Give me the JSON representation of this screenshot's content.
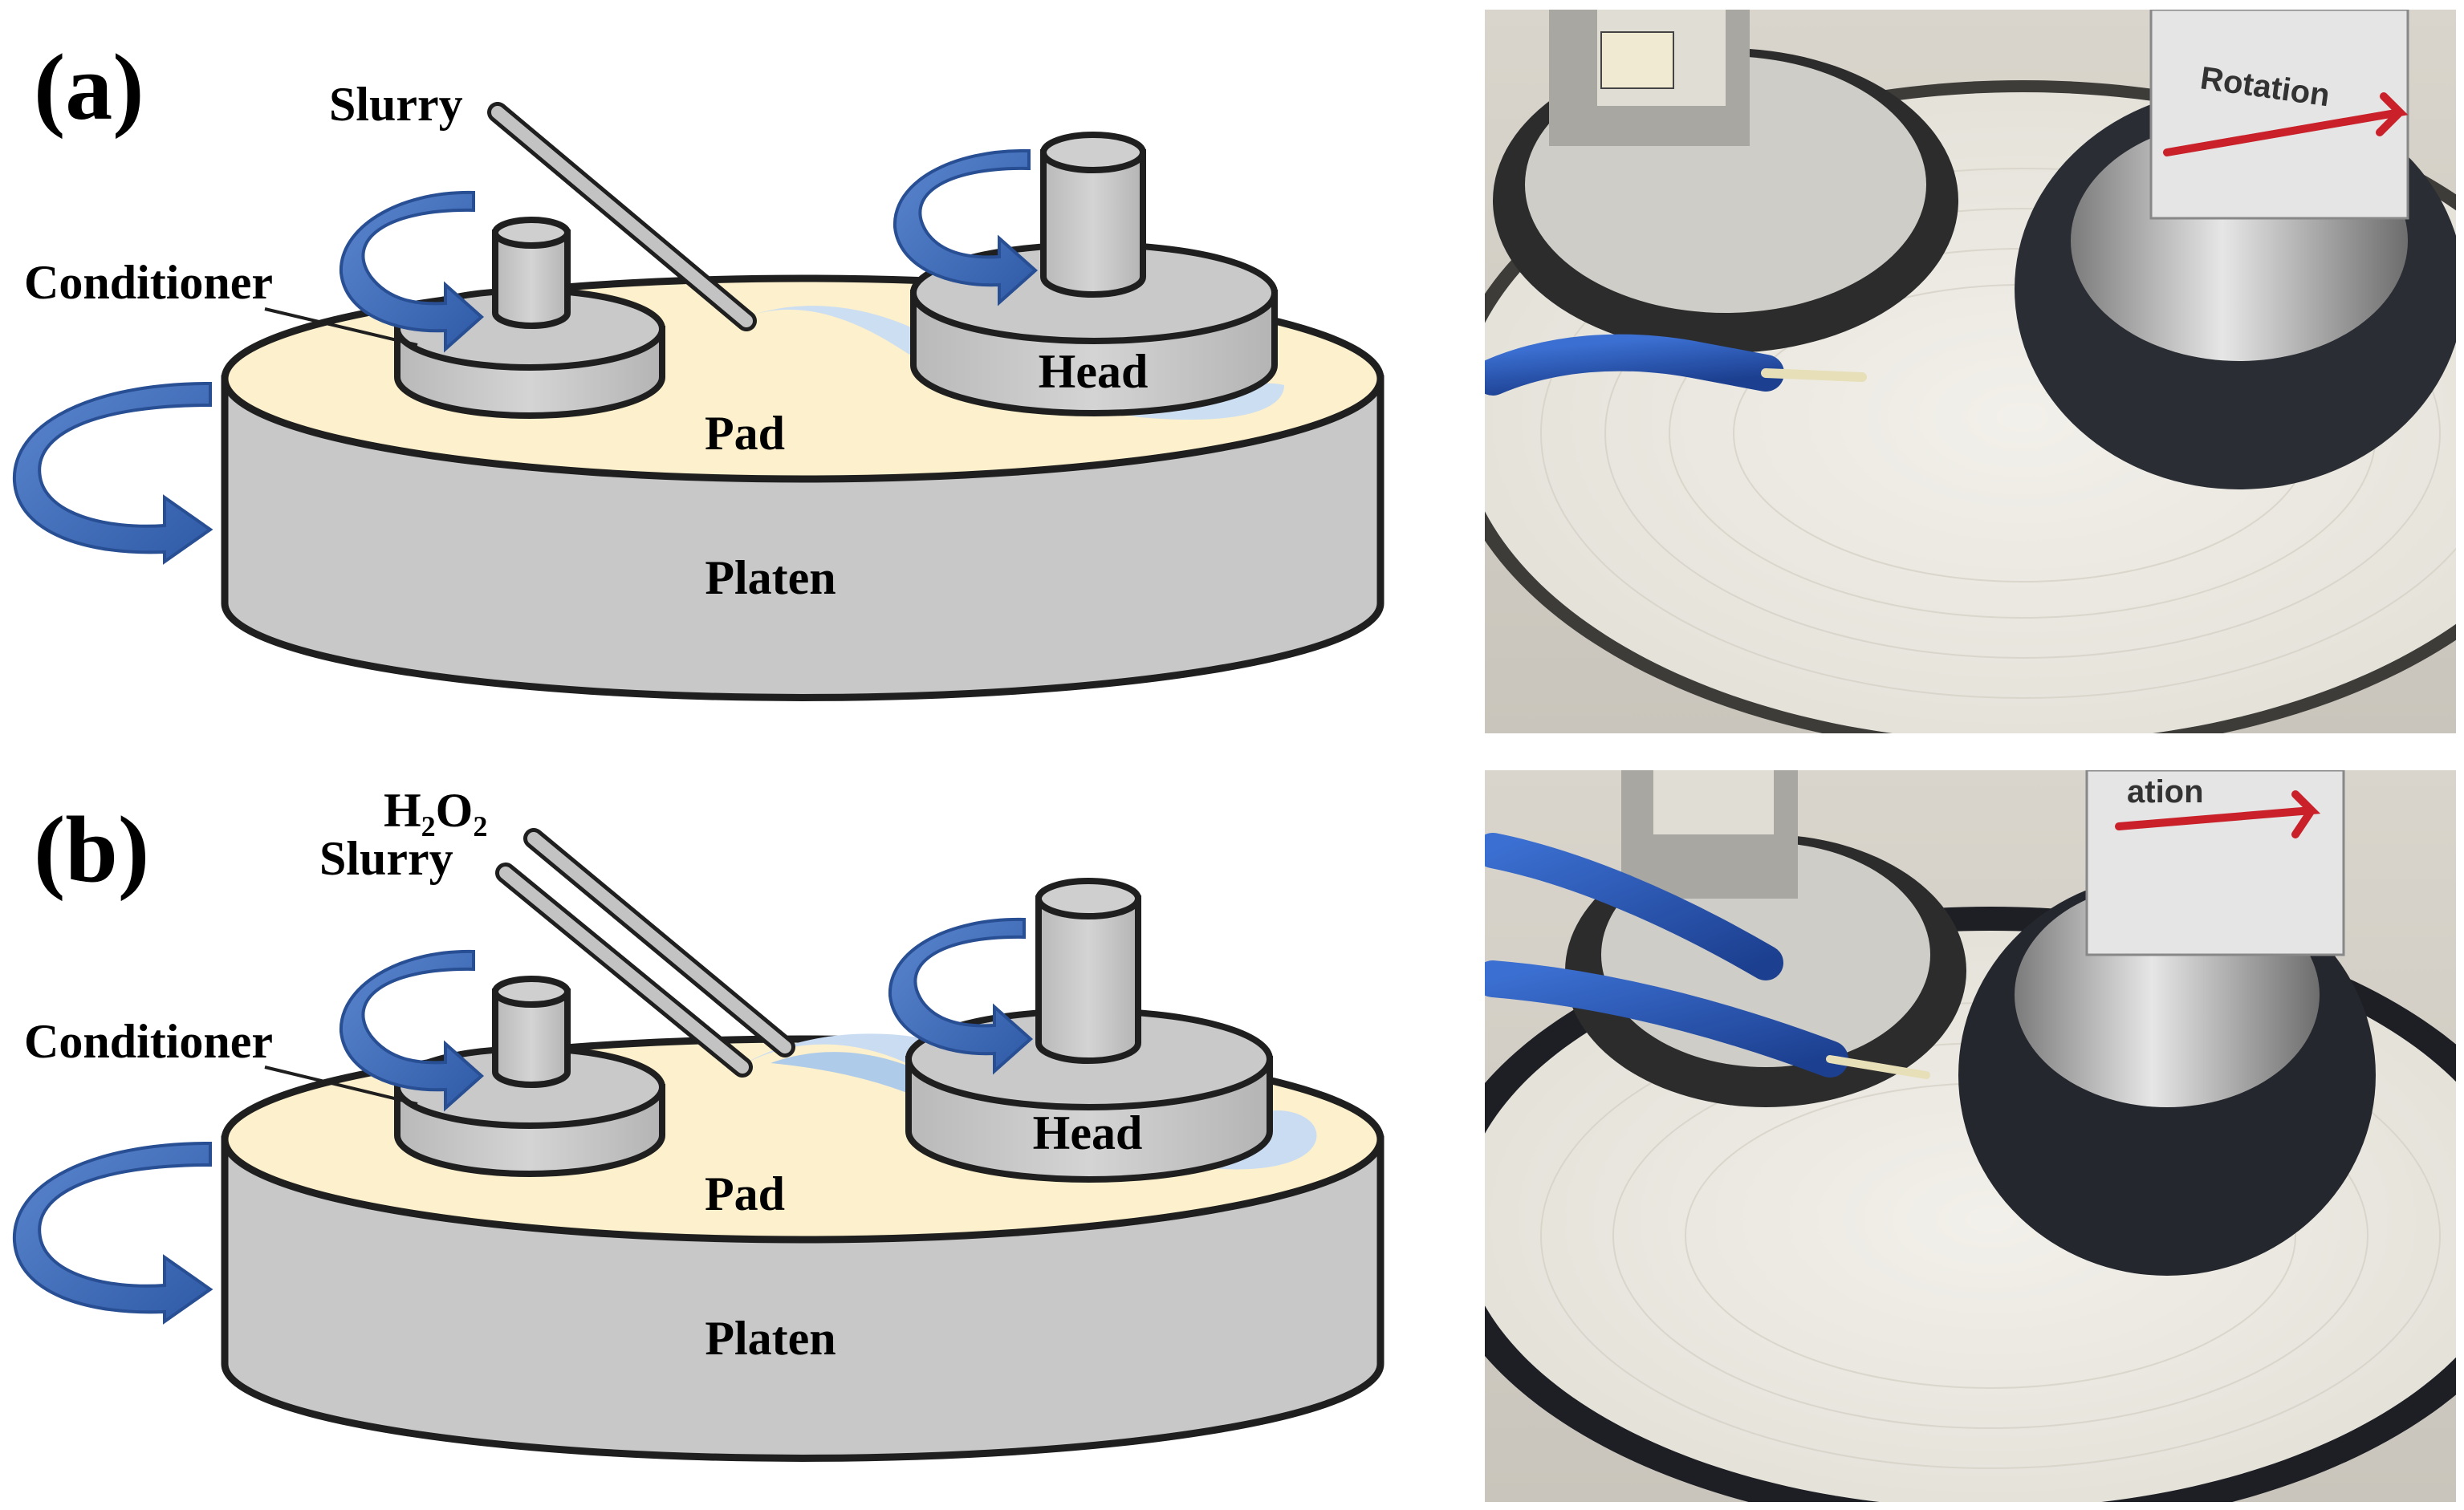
{
  "panels": [
    {
      "id": "a",
      "label": "(a)",
      "inlets": [
        "Slurry"
      ],
      "conditioner": "Conditioner",
      "head": "Head",
      "pad": "Pad",
      "platen": "Platen",
      "photo": {
        "head_sticker_text": "Rotation"
      }
    },
    {
      "id": "b",
      "label": "(b)",
      "inlets": [
        "H₂O₂",
        "Slurry"
      ],
      "conditioner": "Conditioner",
      "head": "Head",
      "pad": "Pad",
      "platen": "Platen",
      "photo": {
        "head_sticker_text": "ation"
      }
    }
  ],
  "colors": {
    "platen": "#c8c8c8",
    "pad": "#fdf0cc",
    "slurry": "#c9dcf2",
    "arrow": "#3a67b8",
    "outline": "#1f1f1f"
  },
  "icons": [
    "rotation-arrow-icon"
  ]
}
